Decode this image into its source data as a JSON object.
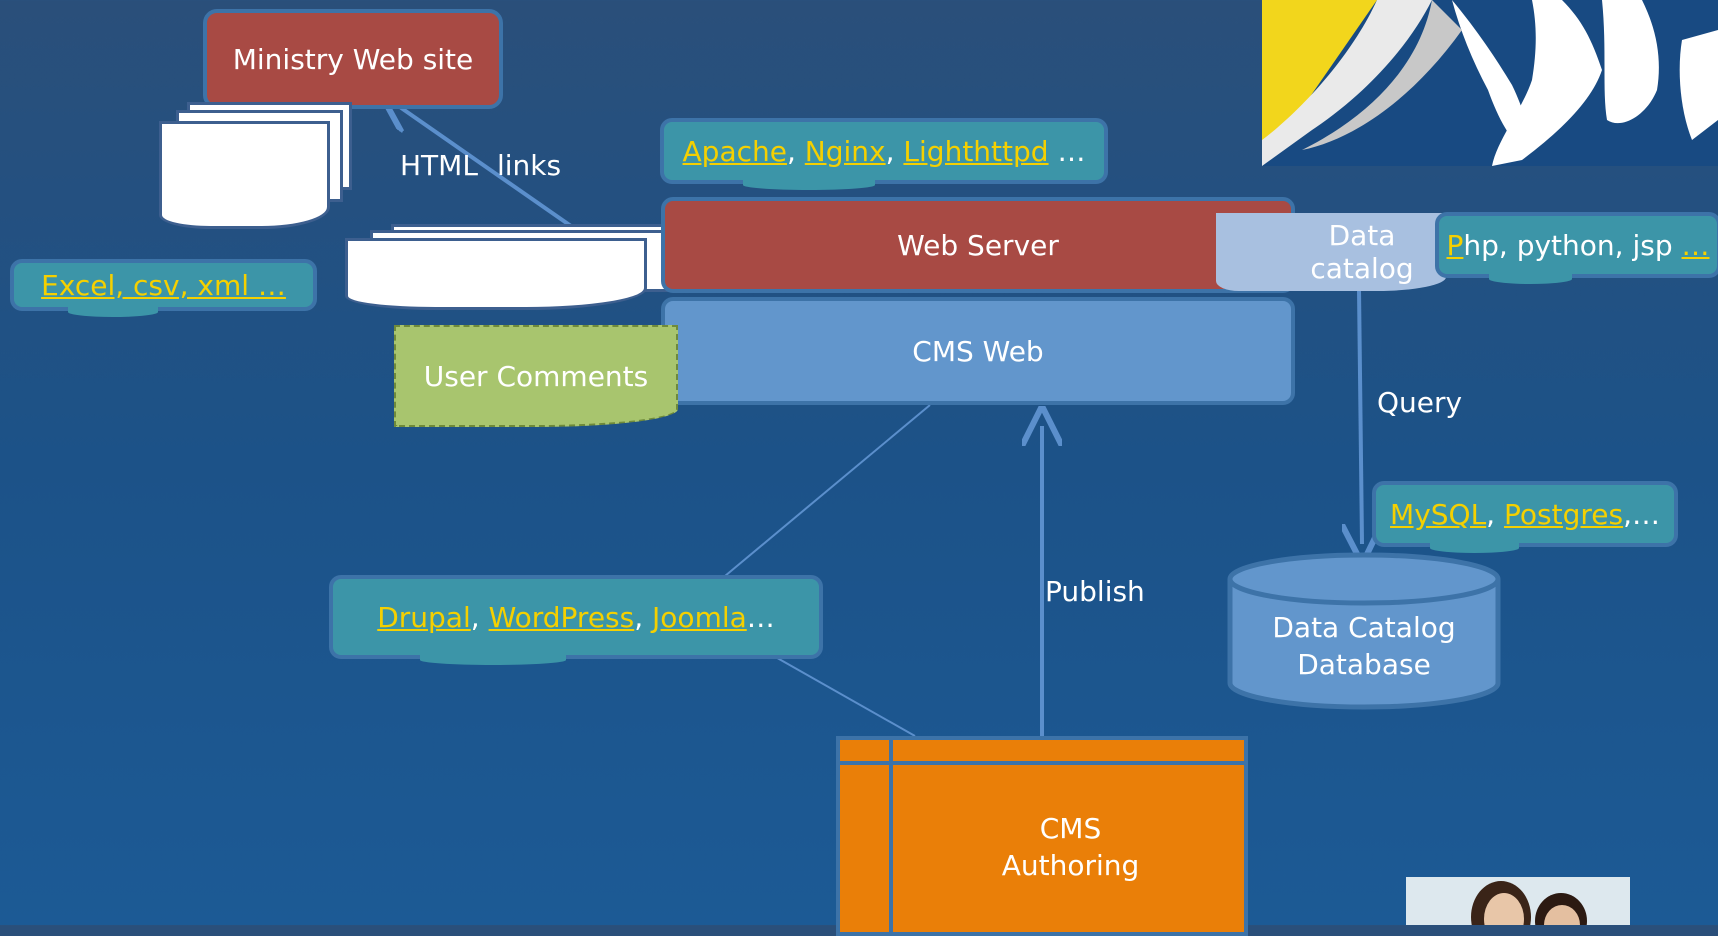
{
  "ministry": {
    "label": "Ministry Web site"
  },
  "html_links": {
    "html": "HTML",
    "links": "links"
  },
  "formats": {
    "text": "Excel, csv, xml …"
  },
  "servers": {
    "items": [
      "Apache",
      "Nginx",
      "Lighthttpd"
    ],
    "suffix": " …"
  },
  "web_server": {
    "label": "Web Server"
  },
  "cms_web": {
    "label": "CMS Web"
  },
  "data_catalog": {
    "label": "Data catalog"
  },
  "languages": {
    "first_letter": "P",
    "rest": "hp, python, jsp ",
    "more": "…"
  },
  "user_comments": {
    "label": "User Comments"
  },
  "query": {
    "label": "Query"
  },
  "databases": {
    "items": [
      "MySQL",
      "Postgres"
    ],
    "suffix": ",…"
  },
  "db": {
    "line1": "Data Catalog",
    "line2": "Database"
  },
  "cms_tools": {
    "items": [
      "Drupal",
      "WordPress",
      "Joomla"
    ],
    "suffix": "…"
  },
  "publish": {
    "label": "Publish"
  },
  "cms_authoring": {
    "line1": "CMS",
    "line2": "Authoring"
  },
  "colors": {
    "background": "#1c5288",
    "ministry": "#a84a44",
    "web_server": "#a84a44",
    "cms_web": "#6296cc",
    "callout": "#3c95a8",
    "comments": "#a8c56e",
    "cms_authoring": "#ea7f08",
    "link": "#f5d000",
    "data_catalog": "#a8c0e0"
  }
}
